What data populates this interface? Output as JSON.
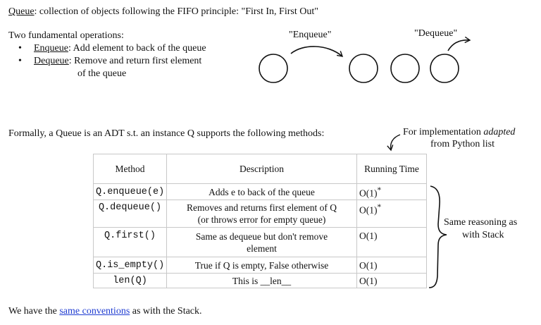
{
  "intro": {
    "term": "Queue",
    "definition": ": collection of objects following the FIFO principle: \"First In, First Out\""
  },
  "operations": {
    "heading": "Two fundamental operations:",
    "items": [
      {
        "term": "Enqueue",
        "text": ": Add element to back of the queue"
      },
      {
        "term": "Dequeue",
        "text": ": Remove and return first element",
        "continuation": "of the queue"
      }
    ]
  },
  "diagram": {
    "enqueue_label": "\"Enqueue\"",
    "dequeue_label": "\"Dequeue\""
  },
  "formal_statement": "Formally, a Queue is an ADT s.t. an instance Q supports the following methods:",
  "implementation_note": {
    "prefix": "For implementation ",
    "emphasis": "adapted",
    "line2": "from Python list"
  },
  "table": {
    "headers": [
      "Method",
      "Description",
      "Running Time"
    ],
    "rows": [
      {
        "method": "Q.enqueue(e)",
        "description": "Adds e to back of the queue",
        "time": "O(1)",
        "note": "*"
      },
      {
        "method": "Q.dequeue()",
        "description": "Removes and returns first element of Q",
        "description2": "(or throws error for empty queue)",
        "time": "O(1)",
        "note": "*"
      },
      {
        "method": "Q.first()",
        "description": "Same as dequeue but don't remove",
        "description2": "element",
        "time": "O(1)",
        "note": ""
      },
      {
        "method": "Q.is_empty()",
        "description": "True if Q is empty, False otherwise",
        "time": "O(1)",
        "note": ""
      },
      {
        "method": "len(Q)",
        "description_prefix": "This is ",
        "description_code": "__len__",
        "time": "O(1)",
        "note": ""
      }
    ]
  },
  "brace_note": {
    "line1": "Same reasoning as",
    "line2": "with Stack"
  },
  "footer": {
    "prefix": "We have the ",
    "link": "same conventions",
    "suffix": " as with the Stack."
  },
  "colors": {
    "link": "#1f3cd1",
    "ink": "#111111",
    "table_border": "#c8c8c8"
  }
}
